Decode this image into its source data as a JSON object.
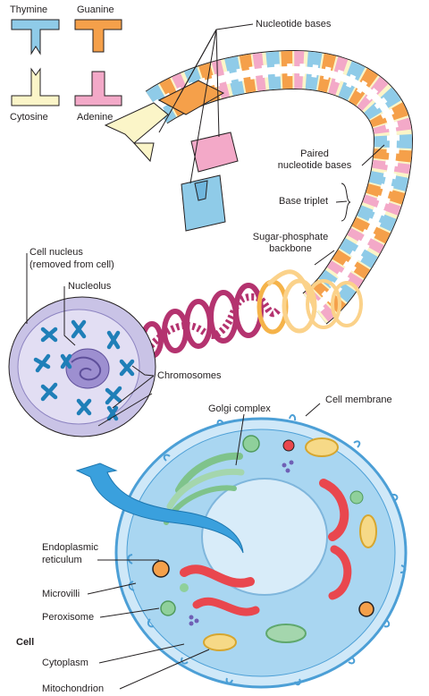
{
  "legend": {
    "thymine": "Thymine",
    "guanine": "Guanine",
    "cytosine": "Cytosine",
    "adenine": "Adenine"
  },
  "labels": {
    "nucleotide_bases": "Nucleotide bases",
    "paired_1": "Paired",
    "paired_2": "nucleotide bases",
    "base_triplet": "Base triplet",
    "backbone_1": "Sugar-phosphate",
    "backbone_2": "backbone",
    "nucleus_1": "Cell nucleus",
    "nucleus_2": "(removed from cell)",
    "nucleolus": "Nucleolus",
    "chromosomes": "Chromosomes",
    "golgi": "Golgi complex",
    "cell_membrane": "Cell membrane",
    "er_1": "Endoplasmic",
    "er_2": "reticulum",
    "microvilli": "Microvilli",
    "peroxisome": "Peroxisome",
    "cell": "Cell",
    "cytoplasm": "Cytoplasm",
    "mitochondrion": "Mitochondrion"
  },
  "colors": {
    "thymine": "#8fcbe8",
    "guanine": "#f5a04a",
    "cytosine": "#fbf5c8",
    "adenine": "#f3a9c8",
    "helix": "#b4336f",
    "backbone": "#fbd28a",
    "nucleus": "#c9c3e6",
    "chromosome": "#3fa7dc",
    "cell": "#a9d6f1",
    "cell_edge": "#4c9fd6",
    "mitochondria": "#e9474e",
    "golgi": "#7fc38b",
    "arrow": "#3aa0dd"
  }
}
